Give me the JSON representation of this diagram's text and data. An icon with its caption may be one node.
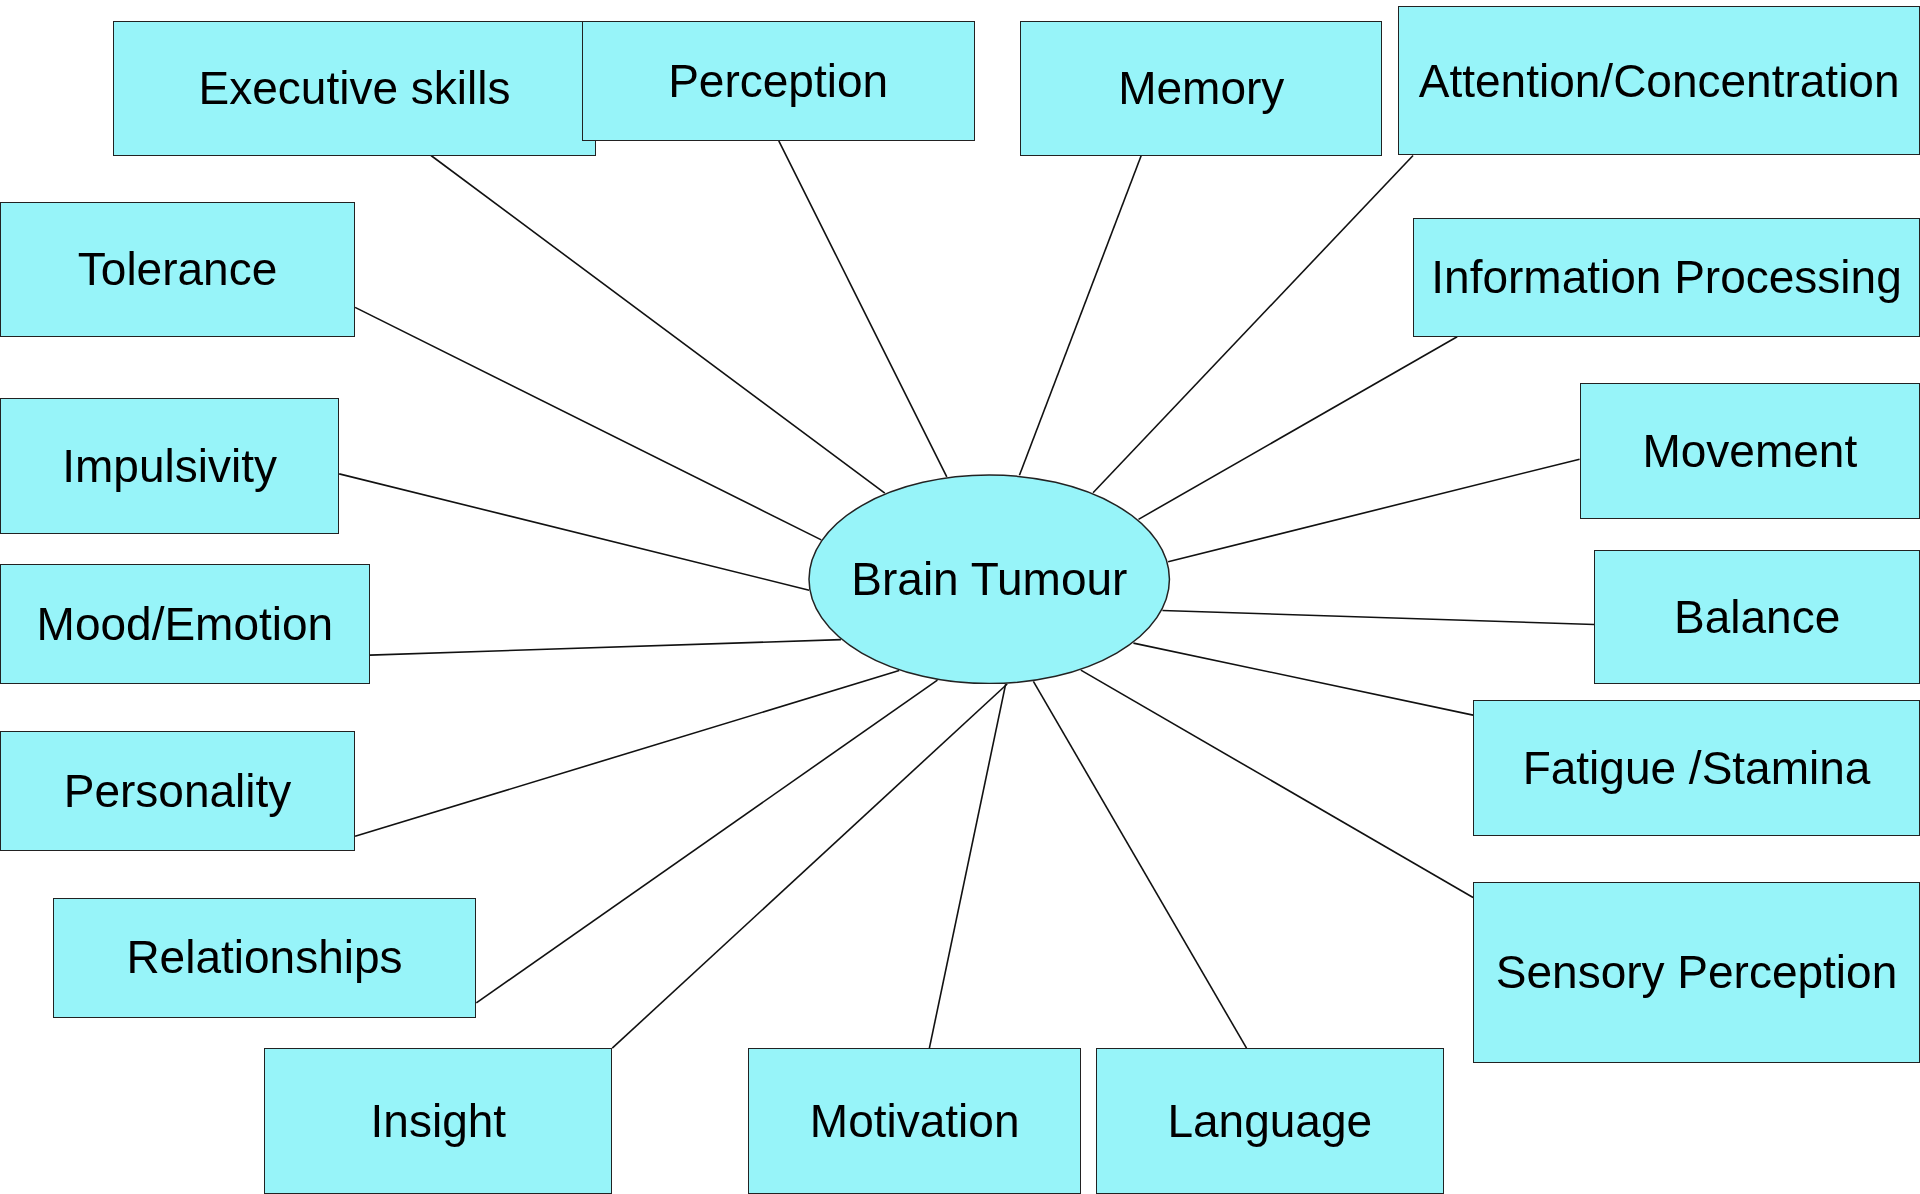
{
  "diagram": {
    "nodes": [
      {
        "text": [
          "Brain Tumour"
        ]
      },
      {
        "text": [
          "Executive skills"
        ]
      },
      {
        "text": [
          "Perception"
        ]
      },
      {
        "text": [
          "Memory"
        ]
      },
      {
        "text": [
          "Attention/Concentration"
        ]
      },
      {
        "text": [
          "Tolerance"
        ]
      },
      {
        "text": [
          "Information Processing"
        ]
      },
      {
        "text": [
          "Impulsivity"
        ]
      },
      {
        "text": [
          "Movement"
        ]
      },
      {
        "text": [
          "Mood/Emotion"
        ]
      },
      {
        "text": [
          "Balance"
        ]
      },
      {
        "text": [
          "Personality"
        ]
      },
      {
        "text": [
          "Fatigue /Stamina"
        ]
      },
      {
        "text": [
          "Relationships"
        ]
      },
      {
        "text": [
          "Sensory Perception"
        ]
      },
      {
        "text": [
          "Insight"
        ]
      },
      {
        "text": [
          "Motivation"
        ]
      },
      {
        "text": [
          "Language"
        ]
      }
    ],
    "edges": [
      {
        "from": 1,
        "to": 0,
        "arrow": "none"
      },
      {
        "from": 2,
        "to": 0,
        "arrow": "none"
      },
      {
        "from": 3,
        "to": 0,
        "arrow": "none"
      },
      {
        "from": 4,
        "to": 0,
        "arrow": "none"
      },
      {
        "from": 5,
        "to": 0,
        "arrow": "none"
      },
      {
        "from": 6,
        "to": 0,
        "arrow": "none"
      },
      {
        "from": 7,
        "to": 0,
        "arrow": "none"
      },
      {
        "from": 8,
        "to": 0,
        "arrow": "none"
      },
      {
        "from": 9,
        "to": 0,
        "arrow": "none"
      },
      {
        "from": 10,
        "to": 0,
        "arrow": "none"
      },
      {
        "from": 11,
        "to": 0,
        "arrow": "none"
      },
      {
        "from": 12,
        "to": 0,
        "arrow": "none"
      },
      {
        "from": 13,
        "to": 0,
        "arrow": "none"
      },
      {
        "from": 14,
        "to": 0,
        "arrow": "none"
      },
      {
        "from": 15,
        "to": 0,
        "arrow": "none"
      },
      {
        "from": 16,
        "to": 0,
        "arrow": "none"
      },
      {
        "from": 17,
        "to": 0,
        "arrow": "none"
      }
    ]
  }
}
